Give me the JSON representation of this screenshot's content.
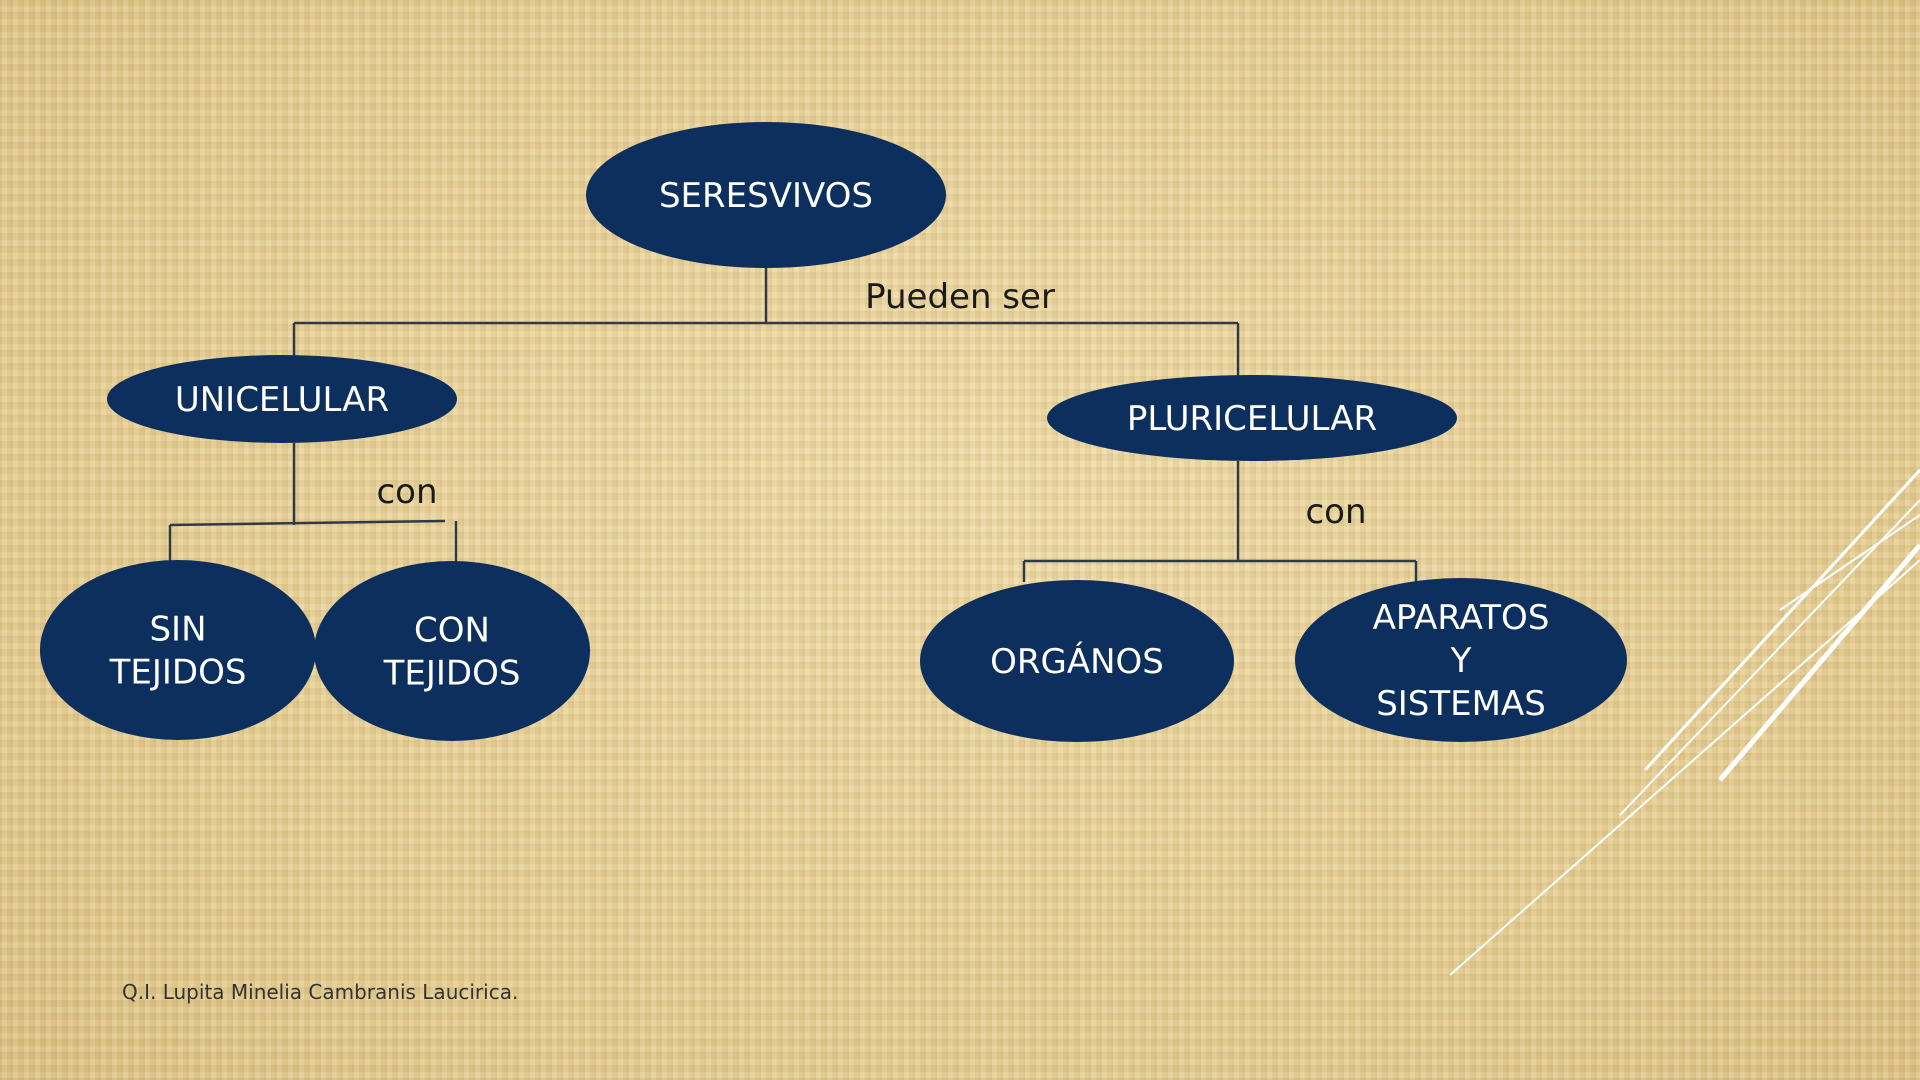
{
  "diagram": {
    "root": {
      "lines": [
        "SERESVIVOS"
      ]
    },
    "root_edge_label": "Pueden ser",
    "unicelular": {
      "lines": [
        "UNICELULAR"
      ]
    },
    "unicelular_edge_label": "con",
    "sin_tejidos": {
      "lines": [
        "SIN",
        "TEJIDOS"
      ]
    },
    "con_tejidos": {
      "lines": [
        "CON",
        "TEJIDOS"
      ]
    },
    "pluricelular": {
      "lines": [
        "PLURICELULAR"
      ]
    },
    "pluricelular_edge_label": "con",
    "organos": {
      "lines": [
        "ORGÁNOS"
      ]
    },
    "aparatos": {
      "lines": [
        "APARATOS",
        "Y",
        "SISTEMAS"
      ]
    }
  },
  "footer": {
    "author": "Q.I.  Lupita Minelia Cambranis Laucirica."
  },
  "colors": {
    "node_fill": "#0d2f5e",
    "node_text": "#ffffff",
    "connector": "#2e3a45",
    "background": "#e8d3a0"
  }
}
